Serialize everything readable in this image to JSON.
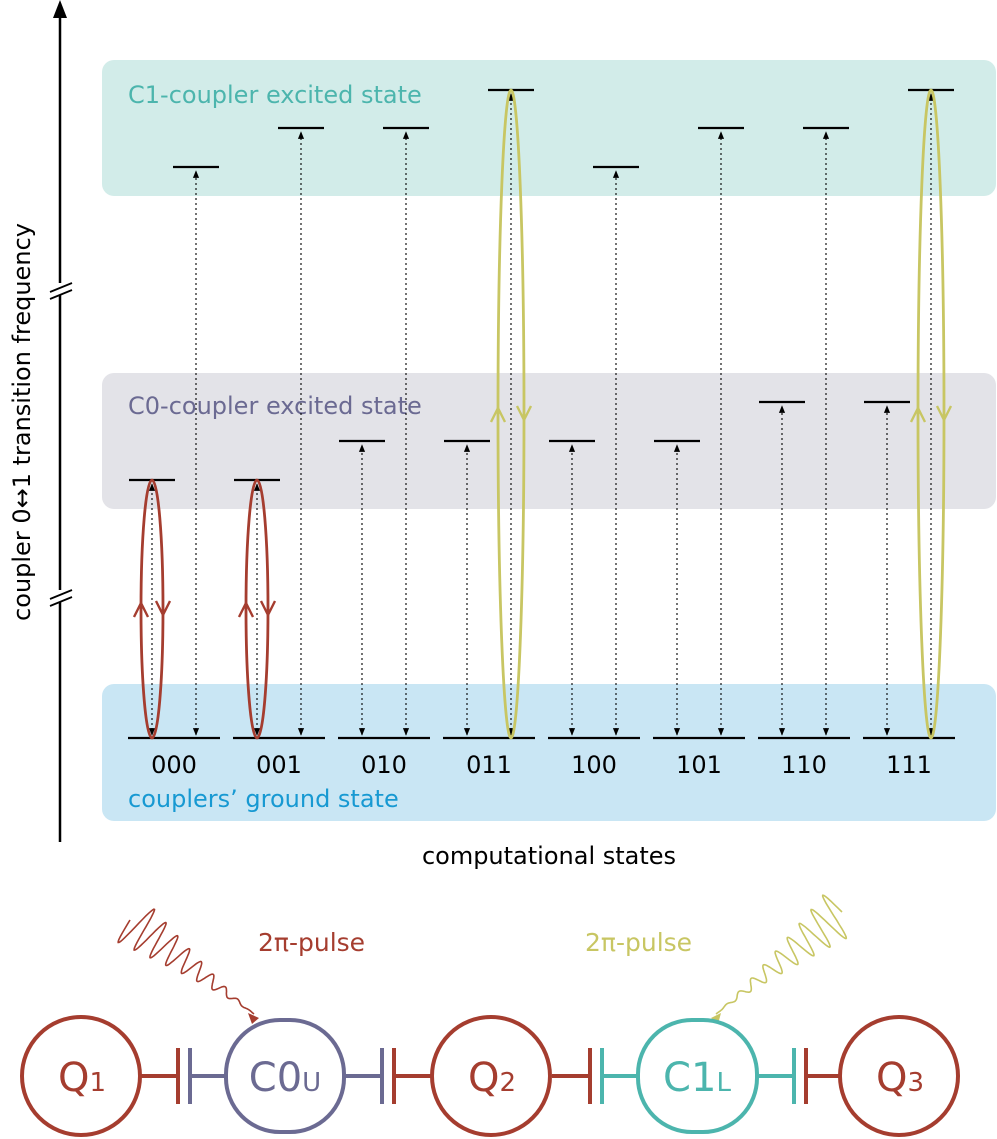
{
  "y_axis_label": "coupler 0↔1 transition frequency",
  "x_axis_label": "computational states",
  "bands": {
    "c1": {
      "label": "C1-coupler excited state",
      "fill": "#d2ece9",
      "text_color": "#4cb5ad"
    },
    "c0": {
      "label": "C0-coupler excited state",
      "fill": "#e3e3e8",
      "text_color": "#6b6a92"
    },
    "ground": {
      "label": "couplers’ ground state",
      "fill": "#c9e6f4",
      "text_color": "#1799d2"
    }
  },
  "states": [
    "000",
    "001",
    "010",
    "011",
    "100",
    "101",
    "110",
    "111"
  ],
  "c0_level_rank": [
    3,
    3,
    2,
    2,
    2,
    2,
    1,
    1
  ],
  "c1_level_rank": [
    3,
    2,
    2,
    1,
    3,
    2,
    2,
    1
  ],
  "pulse_loops": [
    {
      "state": "000",
      "band": "c0",
      "color": "#a53d2f"
    },
    {
      "state": "001",
      "band": "c0",
      "color": "#a53d2f"
    },
    {
      "state": "011",
      "band": "c1",
      "color": "#c8c663"
    },
    {
      "state": "111",
      "band": "c1",
      "color": "#c8c663"
    }
  ],
  "pulses": [
    {
      "label": "2π-pulse",
      "color": "#a53d2f",
      "target": "C0U"
    },
    {
      "label": "2π-pulse",
      "color": "#c8c663",
      "target": "C1L"
    }
  ],
  "chain": {
    "nodes": [
      {
        "main": "Q",
        "sub": "1",
        "kind": "qubit",
        "color": "#a53d2f"
      },
      {
        "main": "C0",
        "sub": "U",
        "kind": "coupler",
        "color": "#6b6a92"
      },
      {
        "main": "Q",
        "sub": "2",
        "kind": "qubit",
        "color": "#a53d2f"
      },
      {
        "main": "C1",
        "sub": "L",
        "kind": "coupler",
        "color": "#4cb5ad"
      },
      {
        "main": "Q",
        "sub": "3",
        "kind": "qubit",
        "color": "#a53d2f"
      }
    ],
    "links": [
      {
        "left_color": "#a53d2f",
        "right_color": "#6b6a92"
      },
      {
        "left_color": "#6b6a92",
        "right_color": "#a53d2f"
      },
      {
        "left_color": "#a53d2f",
        "right_color": "#4cb5ad"
      },
      {
        "left_color": "#4cb5ad",
        "right_color": "#a53d2f"
      }
    ]
  }
}
